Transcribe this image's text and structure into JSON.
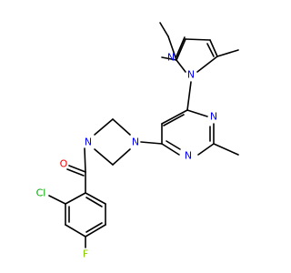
{
  "atoms": {
    "n_pz1": {
      "text": "N",
      "color": "#0000ff"
    },
    "n_pz2": {
      "text": "N",
      "color": "#0000ff"
    },
    "n_pm1": {
      "text": "N",
      "color": "#0000ff"
    },
    "n_pm3": {
      "text": "N",
      "color": "#0000ff"
    },
    "n_pip1": {
      "text": "N",
      "color": "#0000ff"
    },
    "n_pip4": {
      "text": "N",
      "color": "#0000ff"
    },
    "o_co": {
      "text": "O",
      "color": "#ff0000"
    },
    "cl": {
      "text": "Cl",
      "color": "#00aa00"
    },
    "f": {
      "text": "F",
      "color": "#88cc00"
    }
  }
}
